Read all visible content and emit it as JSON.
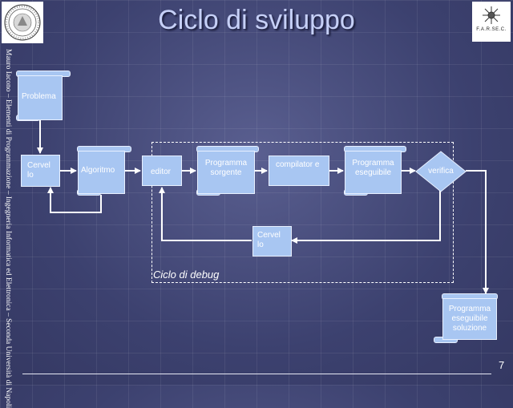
{
  "slide": {
    "title": "Ciclo di sviluppo",
    "sidebar_text": "Mauro Iacono – Elementi di Programmazione – Ingegneria Informatica ed Elettronica – Seconda Università di Napoli",
    "page_number": "7",
    "right_logo_text": "F.A.R.SE.C."
  },
  "diagram": {
    "nodes": {
      "problema": "Problema",
      "cervello1": "Cervel lo",
      "algoritmo": "Algoritmo",
      "editor": "editor",
      "programma_sorgente": "Programma sorgente",
      "compilatore": "compilator e",
      "programma_eseguibile": "Programma eseguibile",
      "verifica": "verifica",
      "cervello2": "Cervel lo",
      "soluzione": "Programma eseguibile soluzione"
    },
    "debug_cycle_label": "Ciclo di debug"
  },
  "colors": {
    "box_fill": "#a8c6f2",
    "background": "#3f4474",
    "title": "#c6d0f7"
  }
}
